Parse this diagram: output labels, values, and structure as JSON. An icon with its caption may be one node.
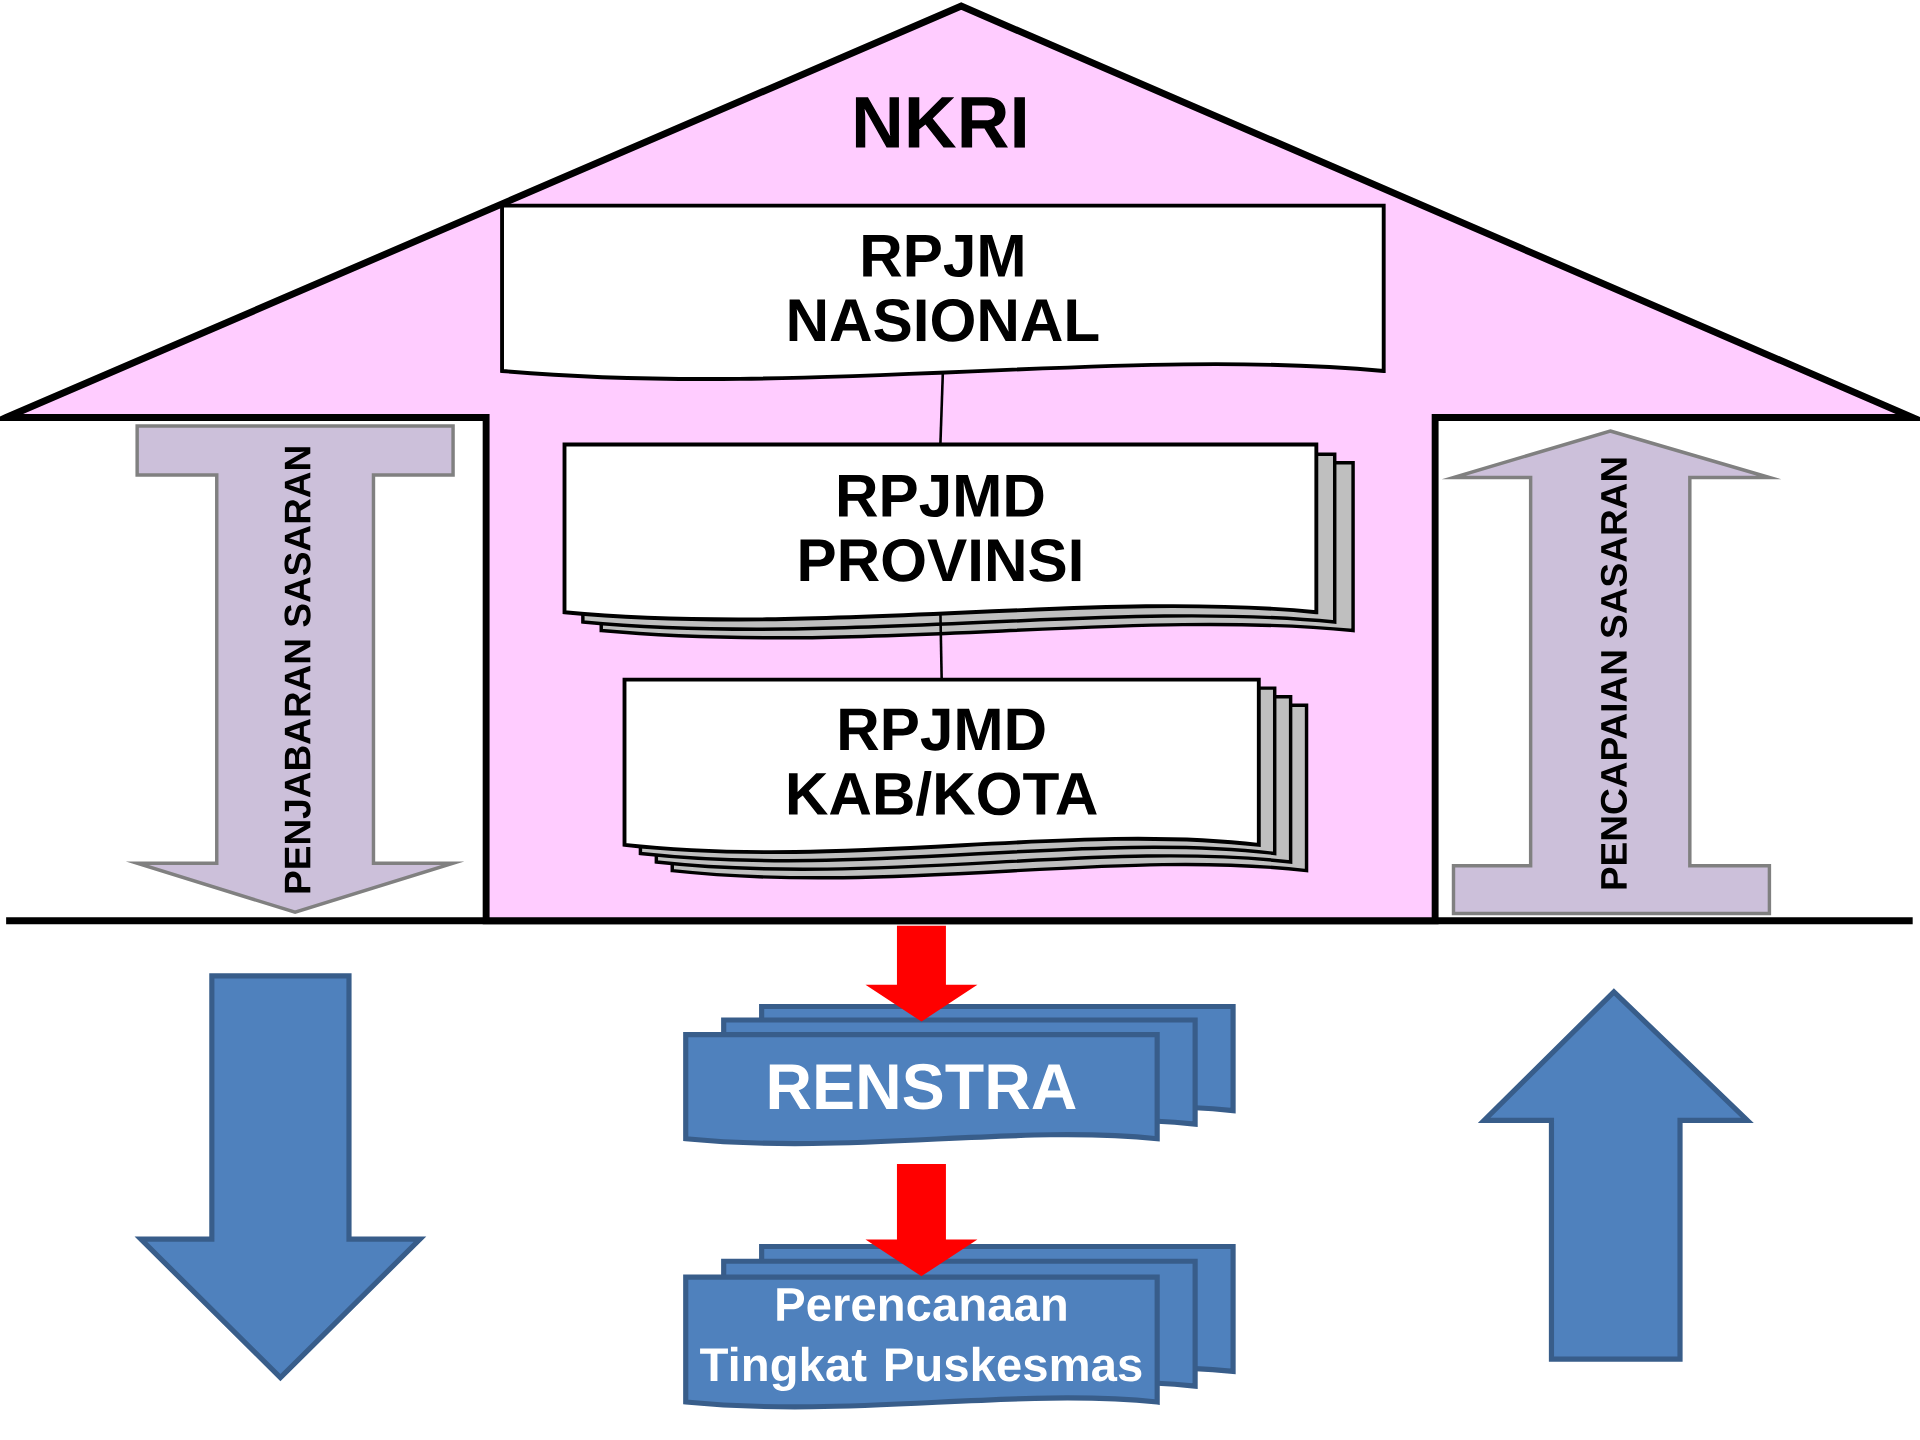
{
  "diagram": {
    "nodes": [
      {
        "text": [
          "NKRI"
        ]
      },
      {
        "text": [
          "RPJM NASIONAL"
        ],
        "in": 0
      },
      {
        "text": [
          "RPJMD PROVINSI"
        ],
        "in": 0
      },
      {
        "text": [
          "RPJMD KAB/KOTA"
        ],
        "in": 0
      },
      {
        "text": [
          "PENJABARAN SASARAN"
        ]
      },
      {
        "text": [
          "PENCAPAIAN SASARAN"
        ]
      },
      {
        "text": [
          "RENSTRA"
        ]
      },
      {
        "text": [
          "Perencanaan Tingkat Puskesmas"
        ]
      }
    ],
    "edges": [
      {
        "from": 1,
        "to": 2,
        "arrow": "none"
      },
      {
        "from": 2,
        "to": 3,
        "arrow": "none"
      },
      {
        "from": 0,
        "to": 6,
        "arrow": "to",
        "style": "thick",
        "color": "#ff0000"
      },
      {
        "from": 6,
        "to": 7,
        "arrow": "to",
        "style": "thick",
        "color": "#ff0000"
      }
    ]
  }
}
